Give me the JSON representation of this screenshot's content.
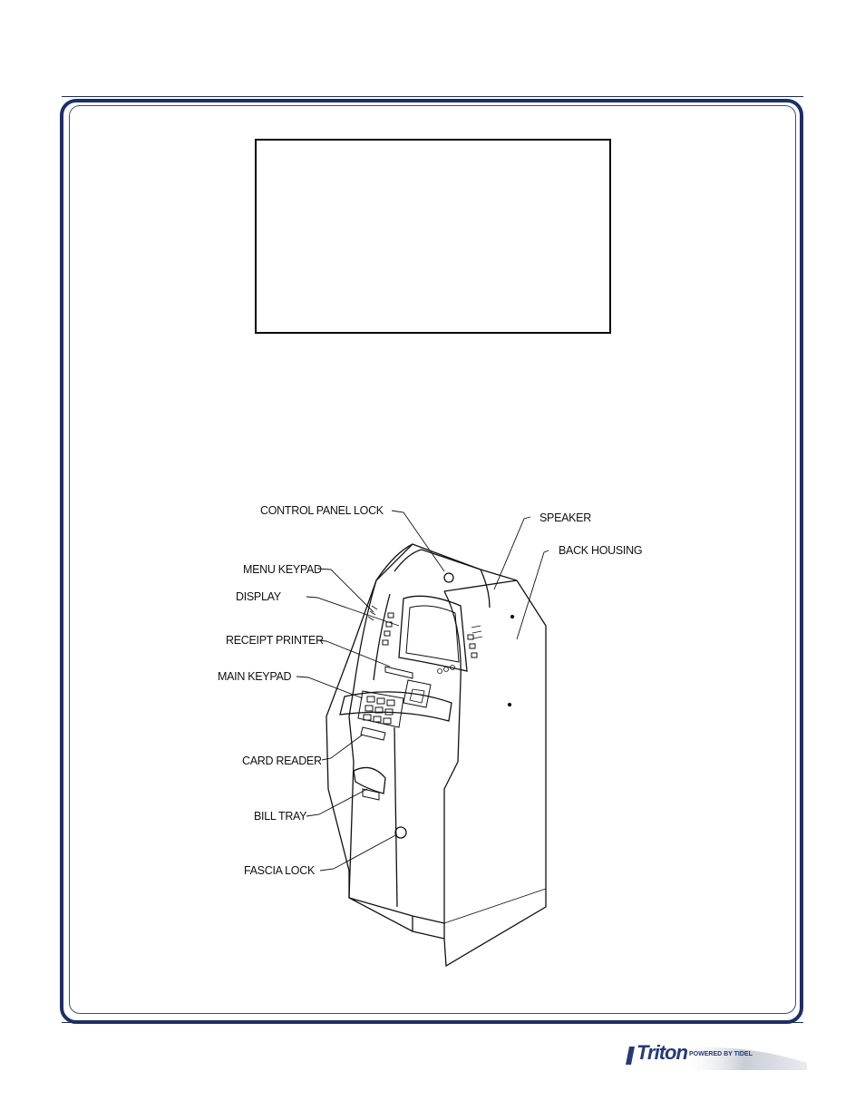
{
  "diagram": {
    "callouts": {
      "control_panel_lock": "CONTROL PANEL LOCK",
      "speaker": "SPEAKER",
      "back_housing": "BACK HOUSING",
      "menu_keypad": "MENU KEYPAD",
      "display": "DISPLAY",
      "receipt_printer": "RECEIPT PRINTER",
      "main_keypad": "MAIN KEYPAD",
      "card_reader": "CARD READER",
      "bill_tray": "BILL TRAY",
      "fascia_lock": "FASCIA LOCK"
    }
  },
  "footer": {
    "logo_text": "Triton",
    "logo_subtext": "POWERED BY TIDEL",
    "logo_color": "#243a7a"
  },
  "colors": {
    "frame": "#1c2f66",
    "rule": "#1a2b5a"
  }
}
